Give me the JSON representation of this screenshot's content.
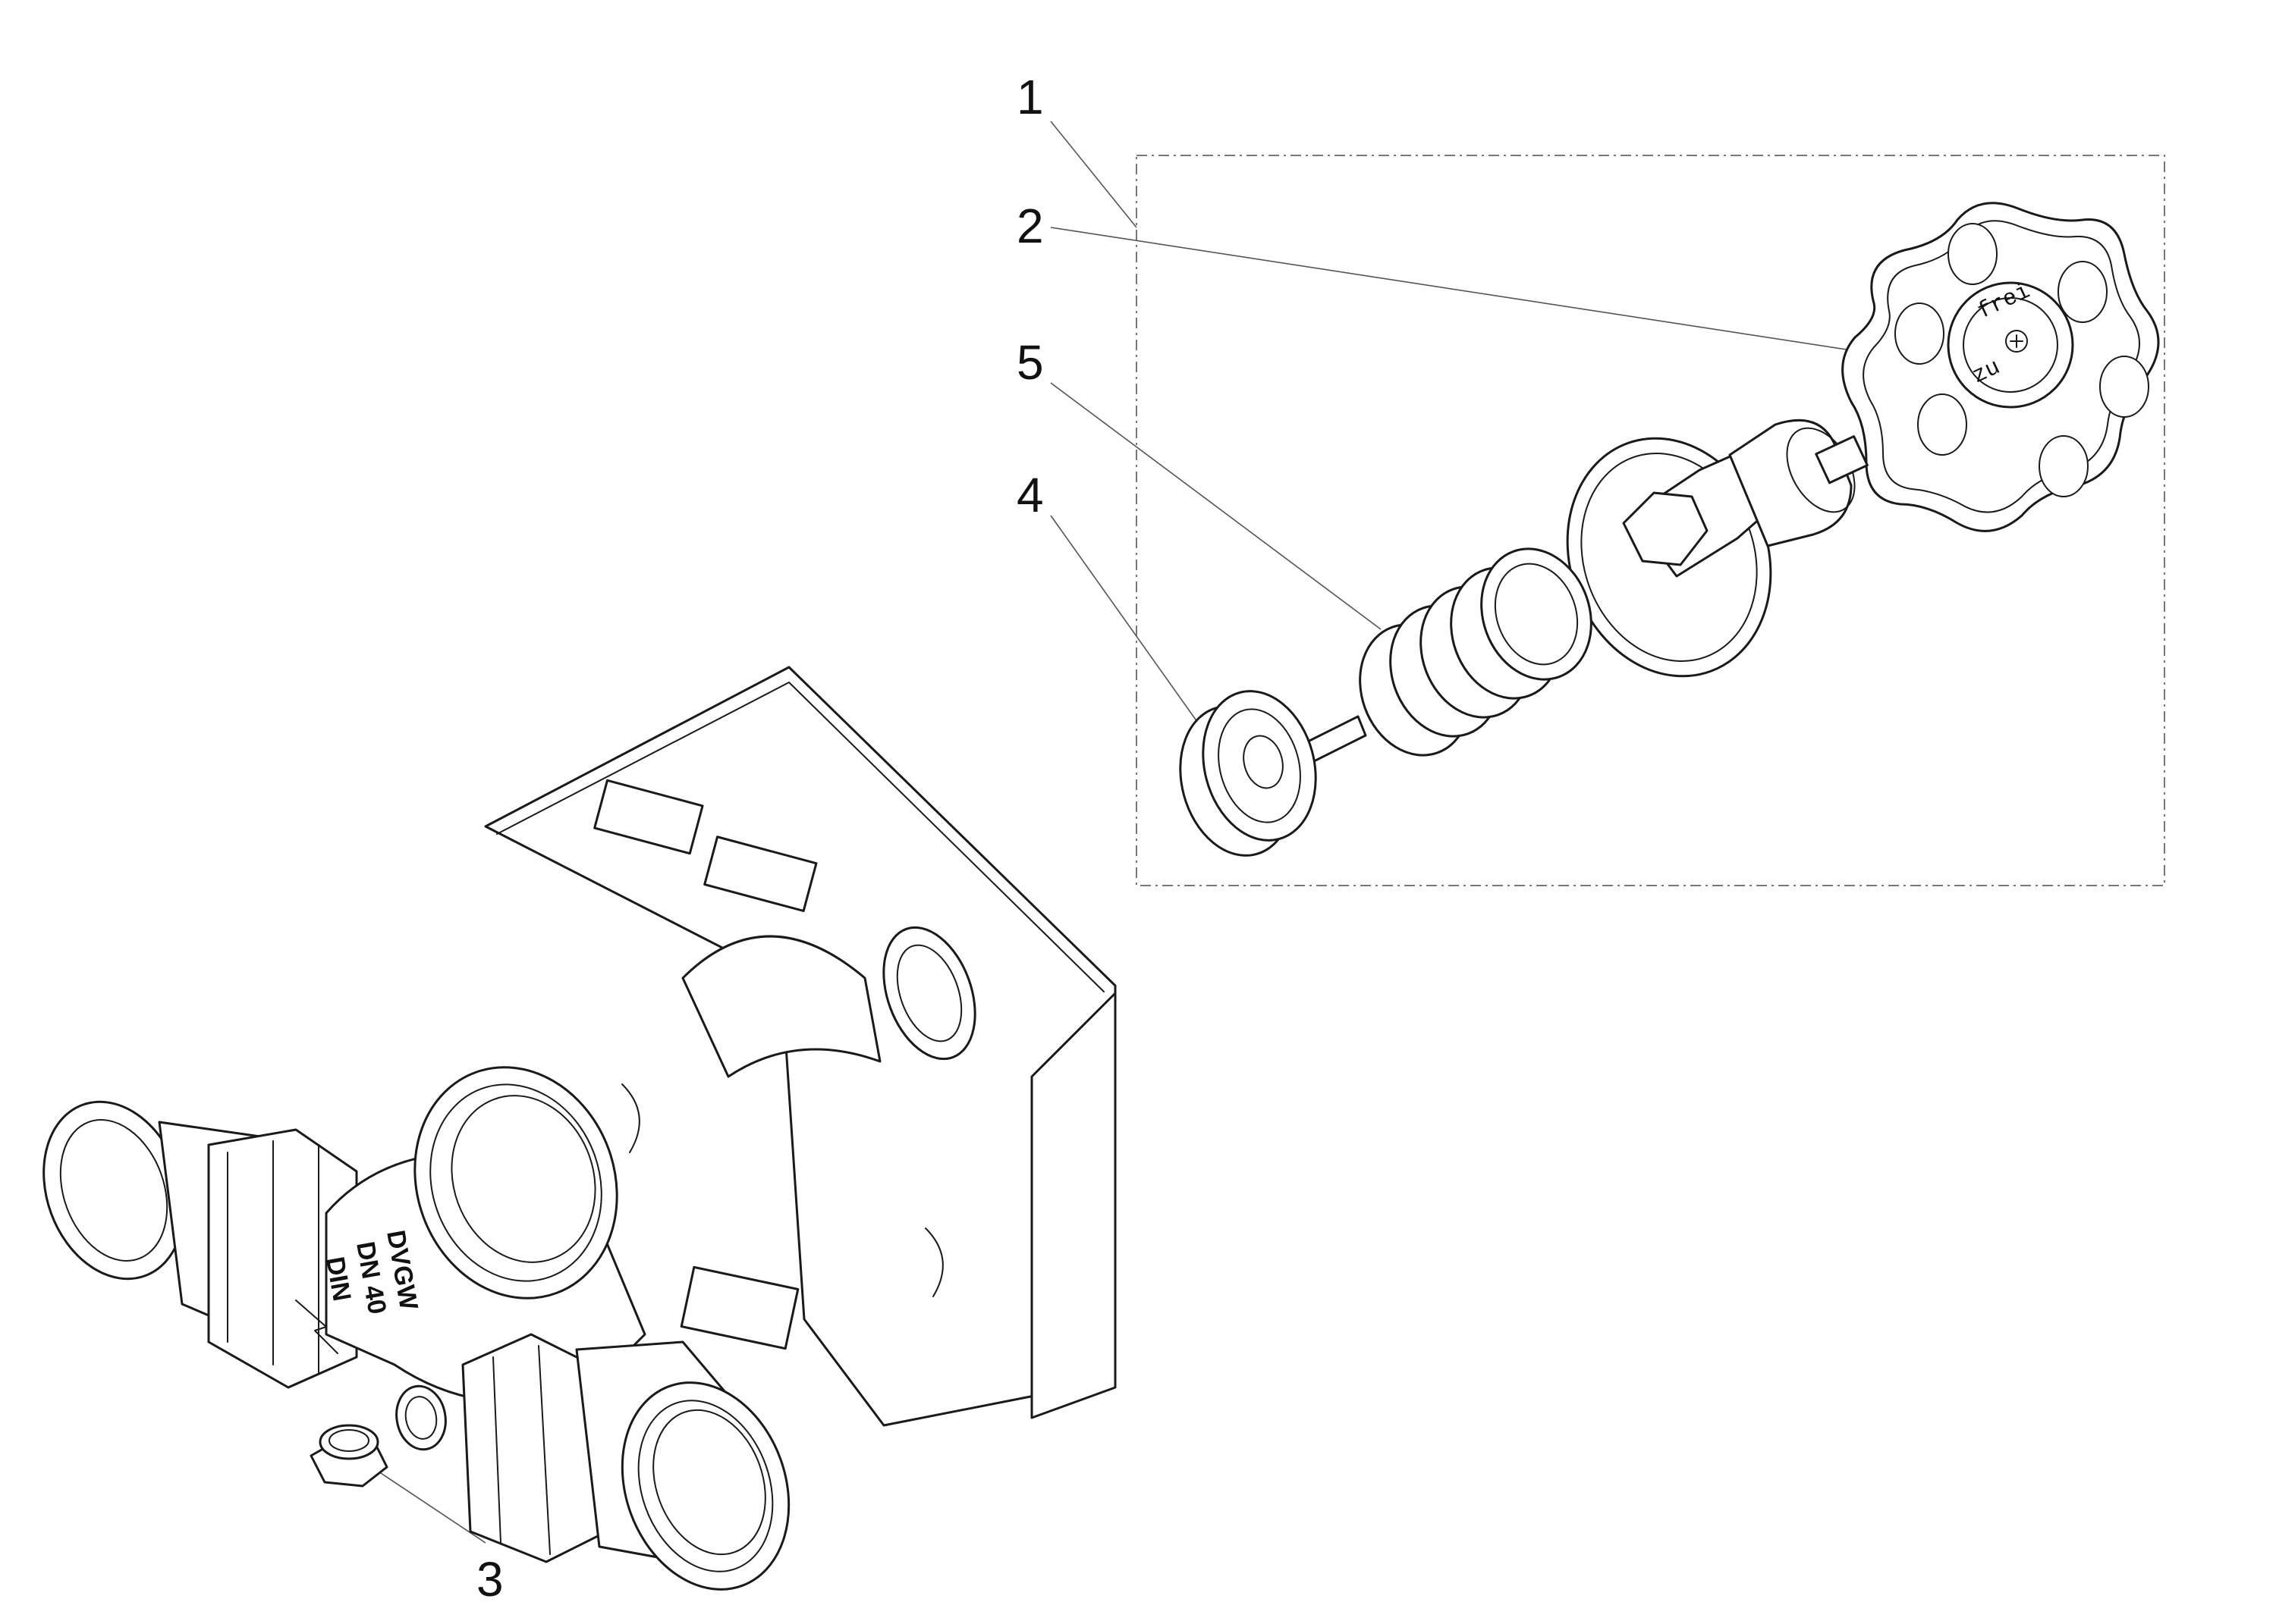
{
  "callouts": [
    {
      "id": "1",
      "label": "1"
    },
    {
      "id": "2",
      "label": "2"
    },
    {
      "id": "3",
      "label": "3"
    },
    {
      "id": "4",
      "label": "4"
    },
    {
      "id": "5",
      "label": "5"
    }
  ],
  "body_markings": {
    "line1": "DVGW",
    "line2": "DN 40",
    "line3": "DIN"
  },
  "handwheel_markings": {
    "open": "frei",
    "closed": "zu"
  }
}
